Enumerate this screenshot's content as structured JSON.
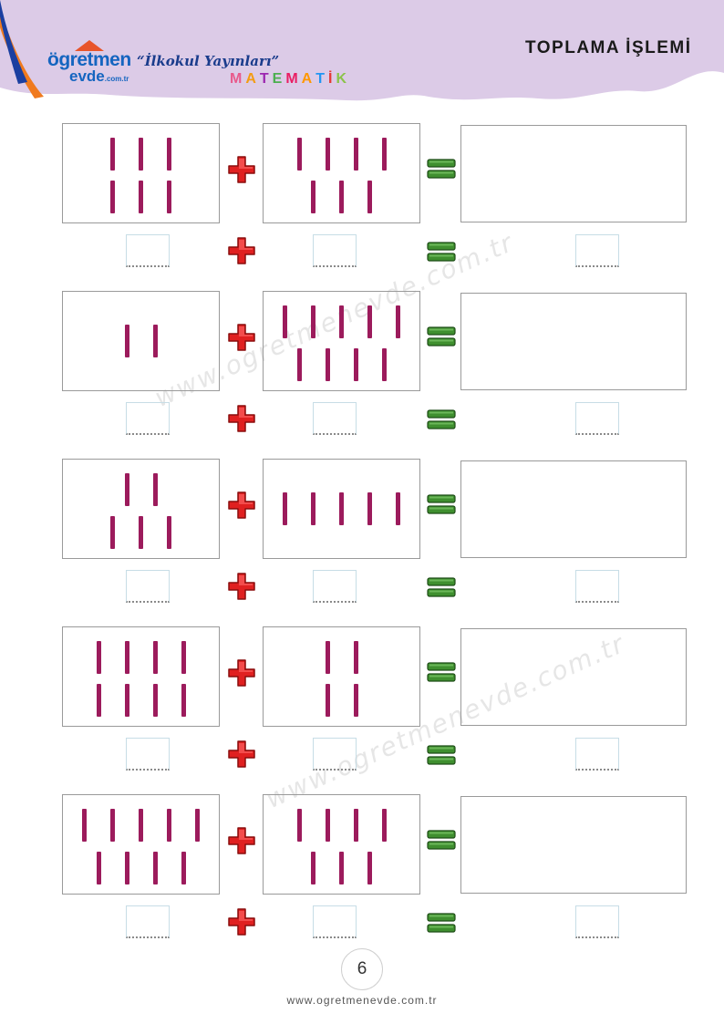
{
  "header": {
    "logo_top": "ögretmen",
    "logo_bottom": "evde",
    "logo_suffix": ".com.tr",
    "publisher": "“İlkokul Yayınları”",
    "subject_letters": [
      "M",
      "A",
      "T",
      "E",
      "M",
      "A",
      "T",
      "İ",
      "K"
    ],
    "subject_colors": [
      "#e85a8c",
      "#f39c12",
      "#9c27b0",
      "#4caf50",
      "#e91e63",
      "#ff9800",
      "#2196f3",
      "#e53935",
      "#8bc34a"
    ],
    "title": "TOPLAMA İŞLEMİ"
  },
  "colors": {
    "header_band": "#dccbe7",
    "stick": "#9c1b5c",
    "plus": "#e02020",
    "equals": "#3f8f2f"
  },
  "watermark": "www.ogretmenevde.com.tr",
  "exercises": [
    {
      "left_count": 6,
      "right_count": 7
    },
    {
      "left_count": 2,
      "right_count": 9
    },
    {
      "left_count": 5,
      "right_count": 5
    },
    {
      "left_count": 8,
      "right_count": 4
    },
    {
      "left_count": 9,
      "right_count": 7
    }
  ],
  "footer": {
    "page_number": "6",
    "website": "www.ogretmenevde.com.tr"
  }
}
